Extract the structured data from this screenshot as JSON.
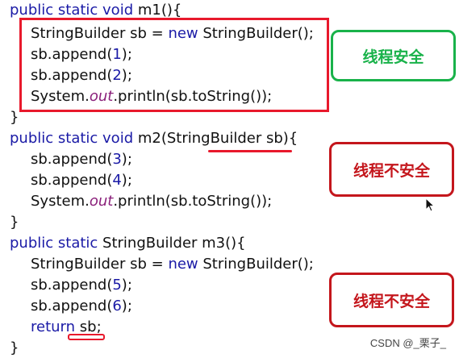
{
  "code": {
    "m1_sig": {
      "kw": "public static void",
      "rest": " m1(){"
    },
    "m1_l1": {
      "a": "StringBuilder sb = ",
      "kw": "new",
      "b": " StringBuilder();"
    },
    "m1_l2": {
      "a": "sb.append(",
      "n": "1",
      "b": ");"
    },
    "m1_l3": {
      "a": "sb.append(",
      "n": "2",
      "b": ");"
    },
    "m1_l4": {
      "a": "System.",
      "out": "out",
      "b": ".println(sb.toString());"
    },
    "close1": "}",
    "m2_sig": {
      "kw": "public static void",
      "rest": " m2(StringBuilder sb){"
    },
    "m2_l1": {
      "a": "sb.append(",
      "n": "3",
      "b": ");"
    },
    "m2_l2": {
      "a": "sb.append(",
      "n": "4",
      "b": ");"
    },
    "m2_l3": {
      "a": "System.",
      "out": "out",
      "b": ".println(sb.toString());"
    },
    "close2": "}",
    "m3_sig": {
      "kw": "public static",
      "rest": " StringBuilder m3(){"
    },
    "m3_l1": {
      "a": "StringBuilder sb = ",
      "kw": "new",
      "b": " StringBuilder();"
    },
    "m3_l2": {
      "a": "sb.append(",
      "n": "5",
      "b": ");"
    },
    "m3_l3": {
      "a": "sb.append(",
      "n": "6",
      "b": ");"
    },
    "m3_l4": {
      "kw": "return",
      "b": " sb;"
    },
    "close3": "}"
  },
  "annotations": {
    "safe": "线程安全",
    "unsafe_param": "线程不安全",
    "unsafe_return": "线程不安全"
  },
  "watermark": "CSDN @_栗子_",
  "colors": {
    "keyword": "#1a1aa6",
    "static_field": "#8a1f7a",
    "highlight_red": "#e8192c",
    "safe_green": "#19b24a",
    "unsafe_red": "#c4161c"
  },
  "icons": [
    "mouse-pointer-icon"
  ]
}
